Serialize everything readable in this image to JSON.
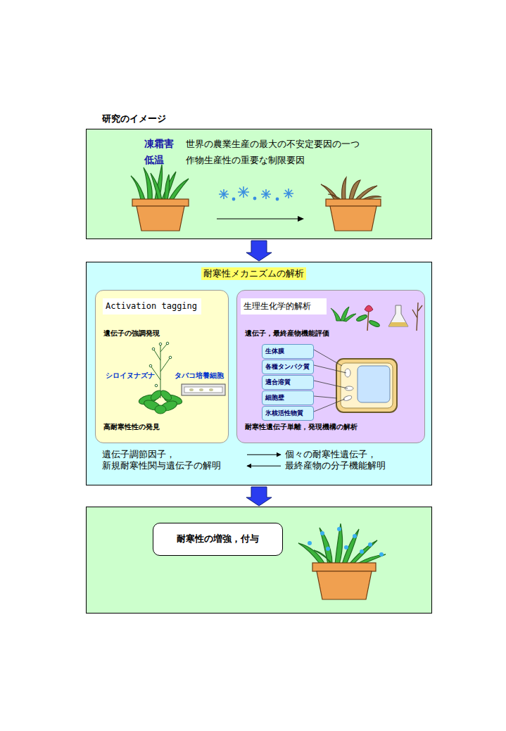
{
  "diagram": {
    "title": "研究のイメージ",
    "nodes": [
      {
        "text": [
          "凍霜害",
          "世界の農業生産の最大の不安定要因の一つ",
          "低温",
          "作物生産性の重要な制限要因"
        ]
      },
      {
        "text": [
          "耐寒性メカニズムの解析"
        ]
      },
      {
        "text": [
          "遺伝子の強調発現",
          "高耐寒性性の発見"
        ],
        "in": 1
      },
      {
        "text": [
          "Activation tagging"
        ],
        "in": 2
      },
      {
        "text": [
          "遺伝子，最終産物機能評価",
          "耐寒性遺伝子単離，発現機構の解析"
        ],
        "in": 1
      },
      {
        "text": [
          "生理生化学的解析"
        ],
        "in": 4
      },
      {
        "text": [
          "生体膜"
        ],
        "in": 4
      },
      {
        "text": [
          "各種タンパク質"
        ],
        "in": 4
      },
      {
        "text": [
          "適合溶質"
        ],
        "in": 4
      },
      {
        "text": [
          "細胞壁"
        ],
        "in": 4
      },
      {
        "text": [
          "氷核活性物質"
        ],
        "in": 4
      },
      {
        "text": [
          "遺伝子調節因子， 新規耐寒性関与遺伝子の解明"
        ],
        "in": 1
      },
      {
        "text": [
          "個々の耐寒性遺伝子， 最終産物の分子機能解明"
        ],
        "in": 1
      },
      {
        "text": []
      },
      {
        "text": [
          "耐寒性の増強，付与"
        ],
        "in": 13
      }
    ],
    "edges": [
      {
        "from": 0,
        "to": 1,
        "arrow": "to"
      },
      {
        "from": 1,
        "to": 13,
        "arrow": "to"
      },
      {
        "from": 11,
        "to": 12,
        "arrow": "to"
      },
      {
        "from": 12,
        "to": 11,
        "arrow": "to"
      }
    ],
    "labels": [
      "シロイヌナズナ",
      "タバコ培養細胞"
    ]
  }
}
